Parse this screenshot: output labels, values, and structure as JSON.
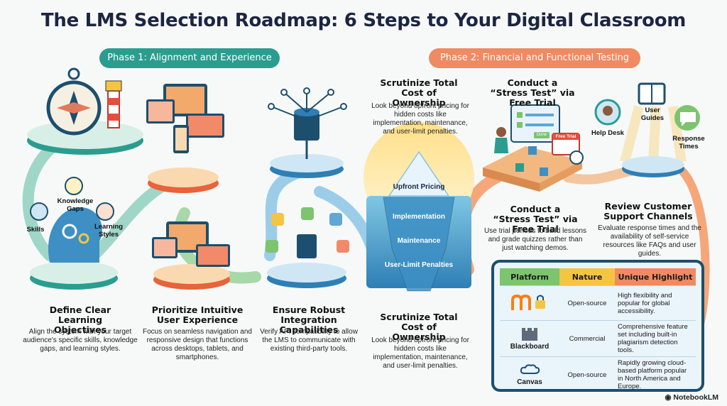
{
  "title": "The LMS Selection Roadmap: 6 Steps to Your Digital Classroom",
  "phases": [
    {
      "label": "Phase 1: Alignment and Experience",
      "color": "#2a9d8f"
    },
    {
      "label": "Phase 2: Financial and Functional Testing",
      "color": "#ef8a62"
    }
  ],
  "steps": {
    "objectives": {
      "heading": "Define Clear Learning Objectives",
      "desc": "Align the system with your target audience's specific skills, knowledge gaps, and learning styles.",
      "labels": {
        "skills": "Skills",
        "gaps": "Knowledge Gaps",
        "styles": "Learning Styles"
      }
    },
    "ux": {
      "heading": "Prioritize Intuitive User Experience",
      "desc": "Focus on seamless navigation and responsive design that functions across desktops, tablets, and smartphones."
    },
    "integration": {
      "heading": "Ensure Robust Integration Capabilities",
      "desc": "Verify API compatibility to allow the LMS to communicate with existing third-party tools."
    },
    "tco_top": {
      "heading": "Scrutinize Total Cost of Ownership",
      "desc": "Look beyond upfront pricing for hidden costs like implementation, maintenance, and user-limit penalties."
    },
    "tco_bottom": {
      "heading": "Scrutinize Total Cost of Ownership",
      "desc": "Look beyond upfront pricing for hidden costs like implementation, maintenance, and user-limit penalties."
    },
    "stress_top": {
      "heading": "Conduct a “Stress Test” via Free Trial",
      "badge": "Free Trial",
      "screen_button": "Done"
    },
    "stress_bottom": {
      "heading": "Conduct a “Stress Test” via Free Trial",
      "desc": "Use trial periods to build lessons and grade quizzes rather than just watching demos."
    },
    "support": {
      "heading": "Review Customer Support Channels",
      "desc": "Evaluate response times and the availability of self-service resources like FAQs and user guides.",
      "labels": {
        "help": "Help Desk",
        "guides": "User Guides",
        "response": "Response Times"
      }
    }
  },
  "iceberg": {
    "layers": [
      "Upfront Pricing",
      "Implementation",
      "Maintenance",
      "User-Limit Penalties"
    ]
  },
  "platform_table": {
    "headers": [
      "Platform",
      "Nature",
      "Unique Highlight"
    ],
    "header_colors": [
      "#7cc46e",
      "#f4c542",
      "#ef8a62"
    ],
    "rows": [
      {
        "platform": "",
        "logo_icon": "moodle-logo-icon",
        "nature": "Open-source",
        "highlight": "High flexibility and popular for global accessibility."
      },
      {
        "platform": "Blackboard",
        "logo_icon": "blackboard-logo-icon",
        "nature": "Commercial",
        "highlight": "Comprehensive feature set including built-in plagiarism detection tools."
      },
      {
        "platform": "Canvas",
        "logo_icon": "canvas-logo-icon",
        "nature": "Open-source",
        "highlight": "Rapidly growing cloud-based platform popular in North America and Europe."
      }
    ]
  },
  "footer": "NotebookLM"
}
